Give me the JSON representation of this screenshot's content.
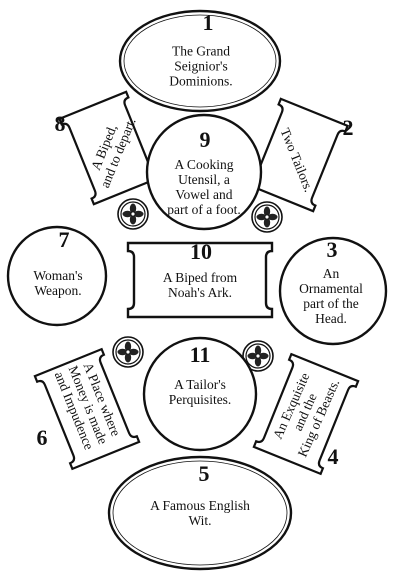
{
  "puzzle": {
    "items": [
      {
        "number": "1",
        "lines": [
          "The Grand",
          "Seignior's",
          "Dominions."
        ]
      },
      {
        "number": "2",
        "lines": [
          "Two Tailors."
        ]
      },
      {
        "number": "3",
        "lines": [
          "An",
          "Ornamental",
          "part of the",
          "Head."
        ]
      },
      {
        "number": "4",
        "lines": [
          "An Exquisite",
          "and the",
          "King of Beasts."
        ]
      },
      {
        "number": "5",
        "lines": [
          "A Famous English",
          "Wit."
        ]
      },
      {
        "number": "6",
        "lines": [
          "A Place where",
          "Money is made",
          "and Impudence"
        ]
      },
      {
        "number": "7",
        "lines": [
          "Woman's",
          "Weapon."
        ]
      },
      {
        "number": "8",
        "lines": [
          "A Biped,",
          "and to depart."
        ]
      },
      {
        "number": "9",
        "lines": [
          "A Cooking",
          "Utensil, a",
          "Vowel and",
          "part of a foot."
        ]
      },
      {
        "number": "10",
        "lines": [
          "A Biped from",
          "Noah's Ark."
        ]
      },
      {
        "number": "11",
        "lines": [
          "A Tailor's",
          "Perquisites."
        ]
      }
    ]
  }
}
